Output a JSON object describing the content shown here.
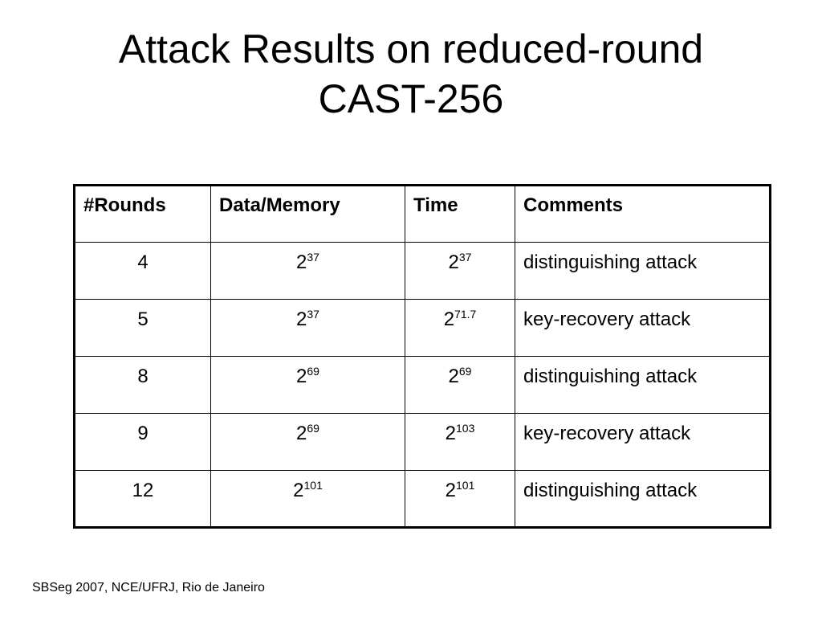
{
  "title": {
    "line1": "Attack Results on reduced-round",
    "line2": "CAST-256"
  },
  "table": {
    "headers": [
      "#Rounds",
      "Data/Memory",
      "Time",
      "Comments"
    ],
    "rows": [
      {
        "rounds": "4",
        "data_base": "2",
        "data_exp": "37",
        "time_base": "2",
        "time_exp": "37",
        "comment": "distinguishing attack"
      },
      {
        "rounds": "5",
        "data_base": "2",
        "data_exp": "37",
        "time_base": "2",
        "time_exp": "71.7",
        "comment": "key-recovery attack"
      },
      {
        "rounds": "8",
        "data_base": "2",
        "data_exp": "69",
        "time_base": "2",
        "time_exp": "69",
        "comment": "distinguishing attack"
      },
      {
        "rounds": "9",
        "data_base": "2",
        "data_exp": "69",
        "time_base": "2",
        "time_exp": "103",
        "comment": "key-recovery attack"
      },
      {
        "rounds": "12",
        "data_base": "2",
        "data_exp": "101",
        "time_base": "2",
        "time_exp": "101",
        "comment": "distinguishing attack"
      }
    ]
  },
  "footer": "SBSeg 2007, NCE/UFRJ, Rio de Janeiro"
}
